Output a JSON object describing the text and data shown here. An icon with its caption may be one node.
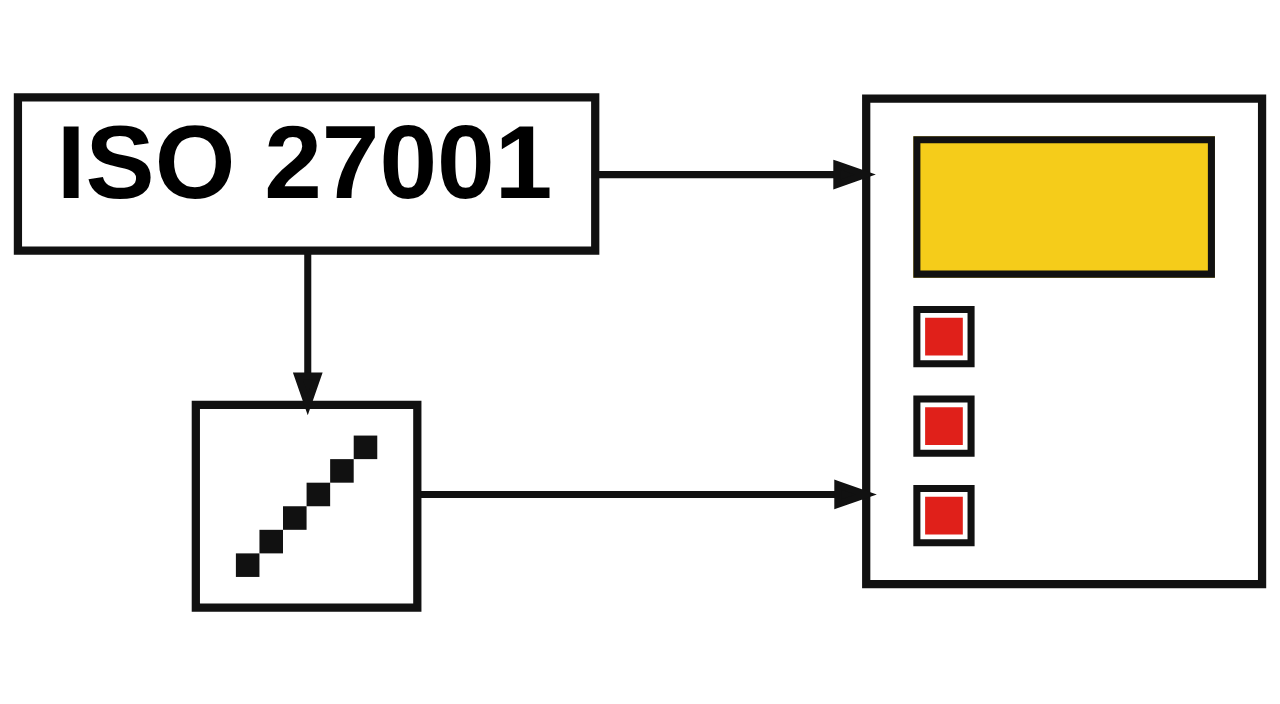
{
  "diagram": {
    "nodes": [
      {
        "text": [
          "ISO 27001"
        ]
      },
      {
        "text": [],
        "shape": "picture"
      },
      {
        "text": [],
        "shape": "picture"
      }
    ],
    "edges": [
      {
        "from": 0,
        "to": 2,
        "arrow": "to"
      },
      {
        "from": 0,
        "to": 1,
        "arrow": "to"
      },
      {
        "from": 1,
        "to": 2,
        "arrow": "to"
      }
    ]
  }
}
